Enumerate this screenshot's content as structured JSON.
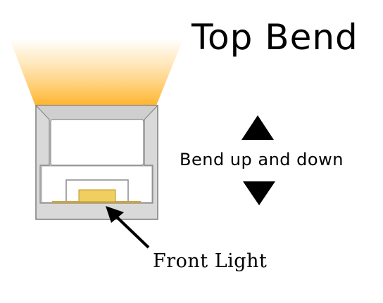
{
  "title": "Top Bend",
  "bend_label": "Bend up and down",
  "callout_label": "Front Light",
  "icons": {
    "up": "triangle-up-icon",
    "down": "triangle-down-icon",
    "pointer": "arrow-pointer-icon"
  },
  "colors": {
    "glow": "#ffb52e",
    "led": "#f0ce60",
    "profile_fill": "#e2e2e2",
    "profile_stroke": "#8a8a8a",
    "text": "#000000"
  }
}
